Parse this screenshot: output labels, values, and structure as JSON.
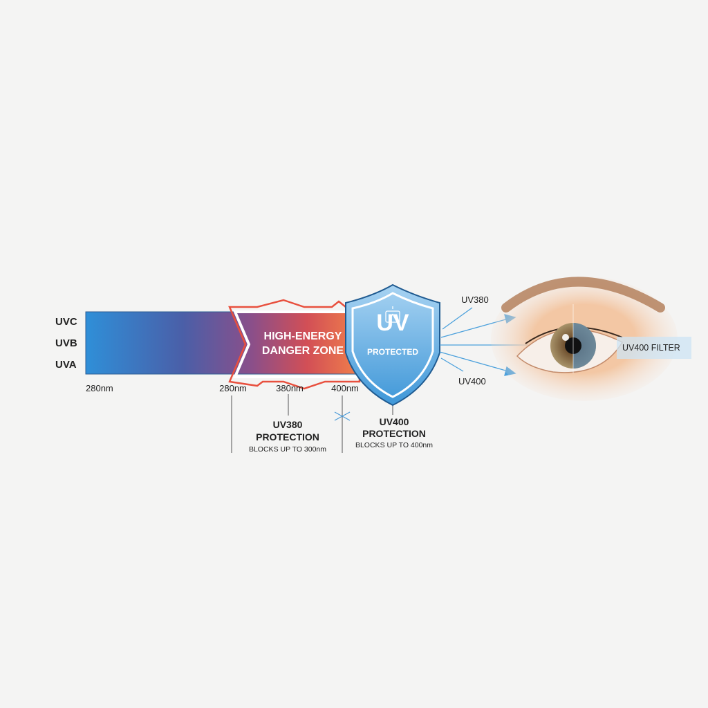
{
  "bands": [
    "UVC",
    "UVB",
    "UVA"
  ],
  "scale_labels": [
    "280nm",
    "280nm",
    "380nm",
    "400nm"
  ],
  "danger_zone": {
    "line1": "HIGH-ENERGY",
    "line2": "DANGER ZONE"
  },
  "shield": {
    "title": "UV",
    "subtitle": "PROTECTED",
    "icon": "lamp-icon"
  },
  "uv380": {
    "title": "UV380",
    "subtitle": "PROTECTION",
    "note": "BLOCKS UP TO 300nm"
  },
  "uv400": {
    "title": "UV400",
    "subtitle": "PROTECTION",
    "note": "BLOCKS UP TO 400nm"
  },
  "rays": {
    "top": "UV380",
    "bottom": "UV400"
  },
  "eye": {
    "filter_label": "UV400 FILTER"
  },
  "colors": {
    "blue": "#2f8fd8",
    "purple": "#6a55a0",
    "red": "#e0504a",
    "orange": "#f0804a",
    "shield": "#5aaee6"
  }
}
